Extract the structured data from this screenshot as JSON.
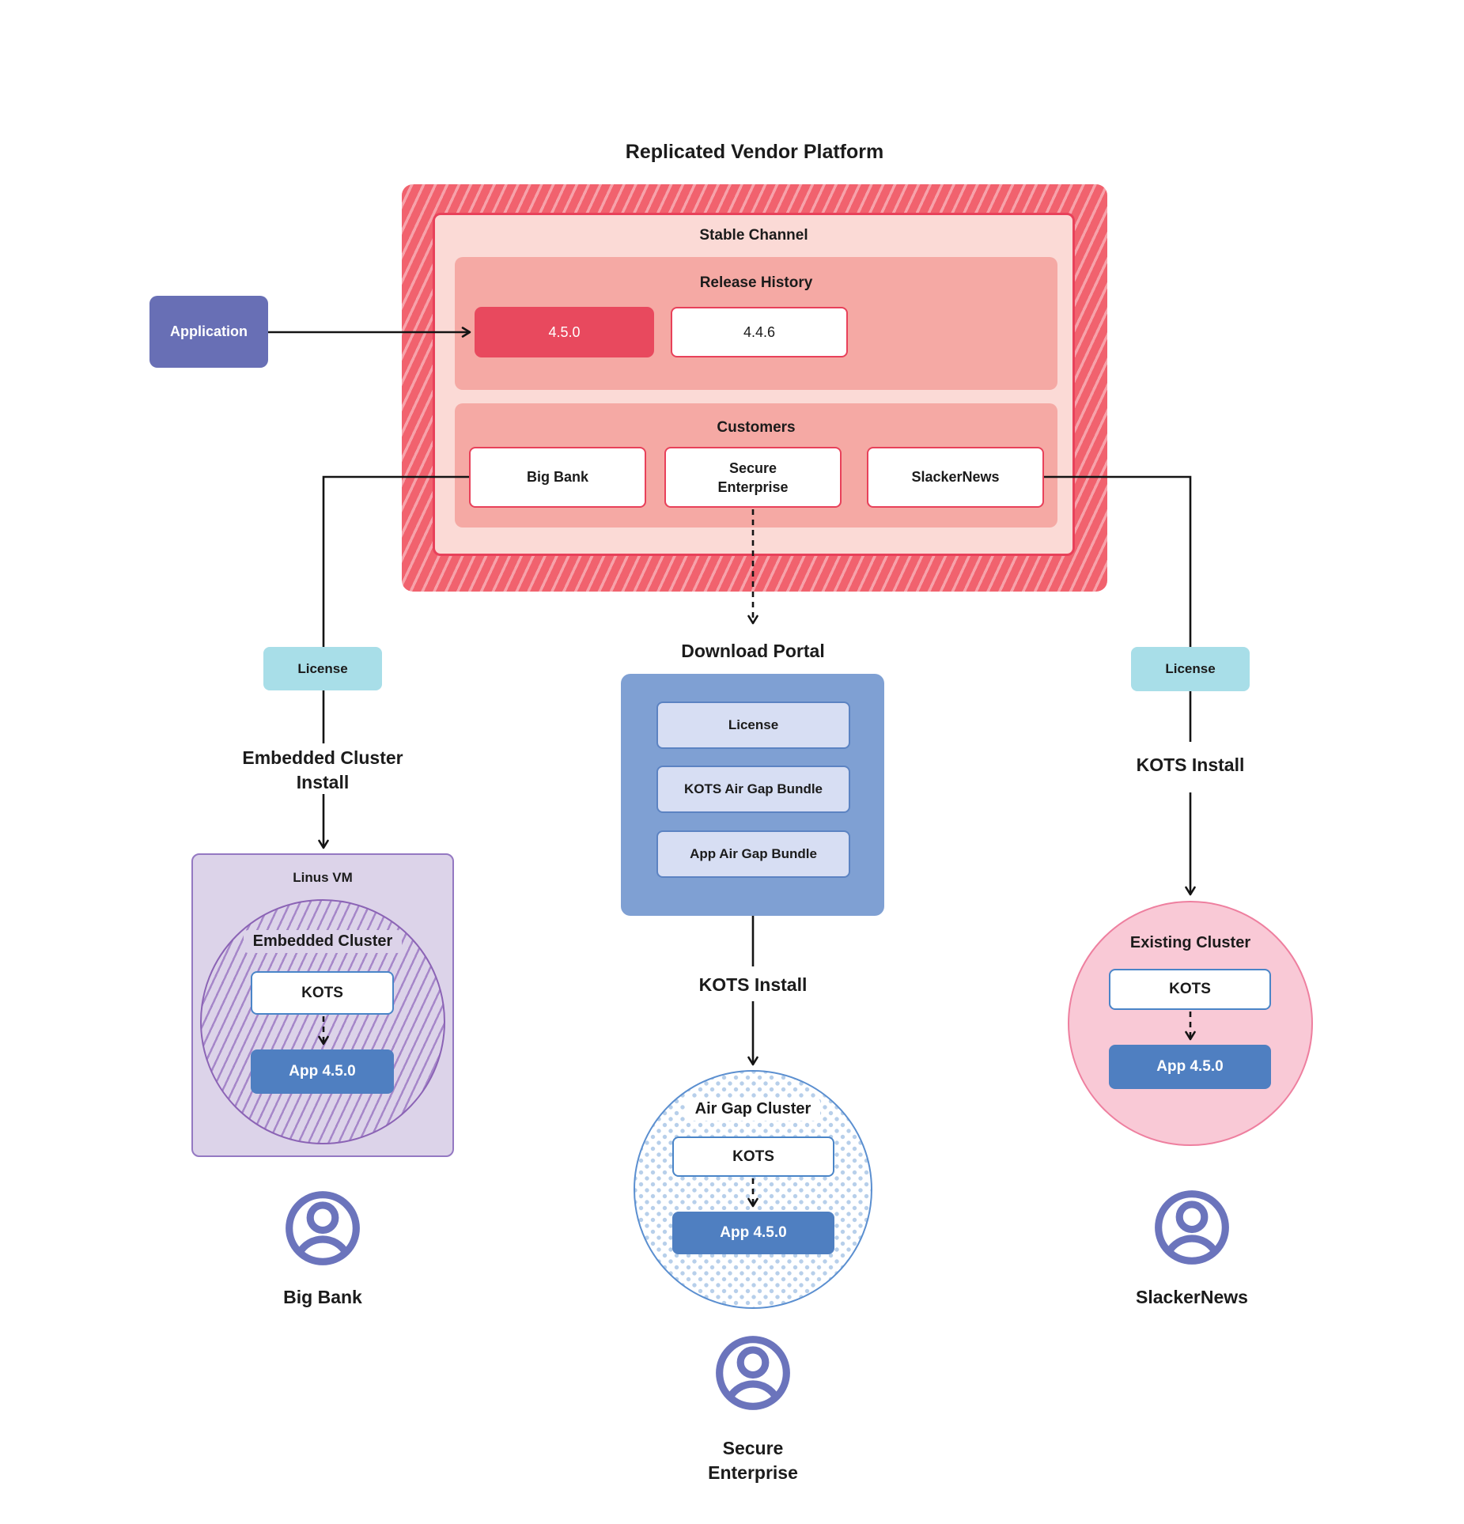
{
  "title": "Replicated Vendor Platform",
  "colors": {
    "red_hatch": "#F1626E",
    "red_hatch_stripe": "#F7A2AA",
    "red_border": "#E8415A",
    "pink_light": "#FBDAD6",
    "pink_mid": "#F5A9A4",
    "release_highlight": "#E8495E",
    "purple_app": "#686FB5",
    "teal_license": "#A8DEE8",
    "portal_blue": "#7FA0D3",
    "portal_item_fill": "#D7DEF3",
    "kots_border": "#4A85C8",
    "app_blue": "#4F7FC1",
    "lavender_fill": "#DCD3E9",
    "lavender_border": "#8B63B5",
    "existing_fill": "#F9C9D6",
    "existing_border": "#EE7F9F",
    "dot_blue": "#B7CFEA",
    "user_icon": "#6B74BC",
    "line": "#141414"
  },
  "platform": {
    "stable_channel_label": "Stable Channel",
    "release_history": {
      "label": "Release History",
      "releases": [
        {
          "version": "4.5.0",
          "highlighted": true
        },
        {
          "version": "4.4.6",
          "highlighted": false
        }
      ]
    },
    "customers": {
      "label": "Customers",
      "items": [
        {
          "label": "Big Bank"
        },
        {
          "label": "Secure\nEnterprise"
        },
        {
          "label": "SlackerNews"
        }
      ]
    }
  },
  "application_label": "Application",
  "branches": {
    "left": {
      "license_label": "License",
      "install_label": "Embedded Cluster Install",
      "vm_label": "Linus VM",
      "cluster_label": "Embedded Cluster",
      "kots_label": "KOTS",
      "app_label": "App 4.5.0",
      "customer_label": "Big Bank"
    },
    "middle": {
      "portal_title": "Download Portal",
      "portal_items": [
        {
          "label": "License"
        },
        {
          "label": "KOTS Air Gap Bundle"
        },
        {
          "label": "App Air Gap Bundle"
        }
      ],
      "install_label": "KOTS Install",
      "cluster_label": "Air Gap Cluster",
      "kots_label": "KOTS",
      "app_label": "App 4.5.0",
      "customer_label": "Secure\nEnterprise"
    },
    "right": {
      "license_label": "License",
      "install_label": "KOTS Install",
      "cluster_label": "Existing Cluster",
      "kots_label": "KOTS",
      "app_label": "App 4.5.0",
      "customer_label": "SlackerNews"
    }
  }
}
